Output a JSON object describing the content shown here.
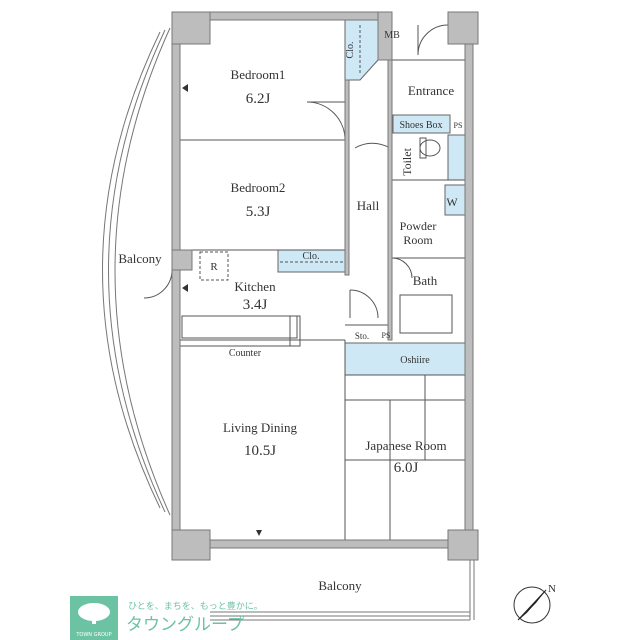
{
  "colors": {
    "wall": "#b9b9b9",
    "wall_stroke": "#777777",
    "storage": "#cfe8f5",
    "line": "#555555",
    "logo": "#6cc3a4"
  },
  "rooms": {
    "bedroom1": {
      "name": "Bedroom1",
      "size": "6.2J"
    },
    "bedroom2": {
      "name": "Bedroom2",
      "size": "5.3J"
    },
    "kitchen": {
      "name": "Kitchen",
      "size": "3.4J"
    },
    "living": {
      "name": "Living Dining",
      "size": "10.5J"
    },
    "japanese": {
      "name": "Japanese Room",
      "size": "6.0J"
    },
    "hall": {
      "name": "Hall"
    },
    "entrance": {
      "name": "Entrance"
    },
    "toilet": {
      "name": "Toilet"
    },
    "powder": {
      "name_line1": "Powder",
      "name_line2": "Room"
    },
    "bath": {
      "name": "Bath"
    },
    "balcony_left": {
      "name": "Balcony"
    },
    "balcony_bottom": {
      "name": "Balcony"
    }
  },
  "fixtures": {
    "clo1": "Clo.",
    "clo2": "Clo.",
    "mb": "MB",
    "shoes_box": "Shoes Box",
    "ps1": "PS",
    "ps2": "PS",
    "w": "W",
    "r": "R",
    "counter": "Counter",
    "sto": "Sto.",
    "oshiire": "Oshiire"
  },
  "compass": {
    "label": "N"
  },
  "logo": {
    "tagline": "ひとを、まちを、もっと豊かに。",
    "name": "タウングループ",
    "badge": "TOWN GROUP"
  }
}
